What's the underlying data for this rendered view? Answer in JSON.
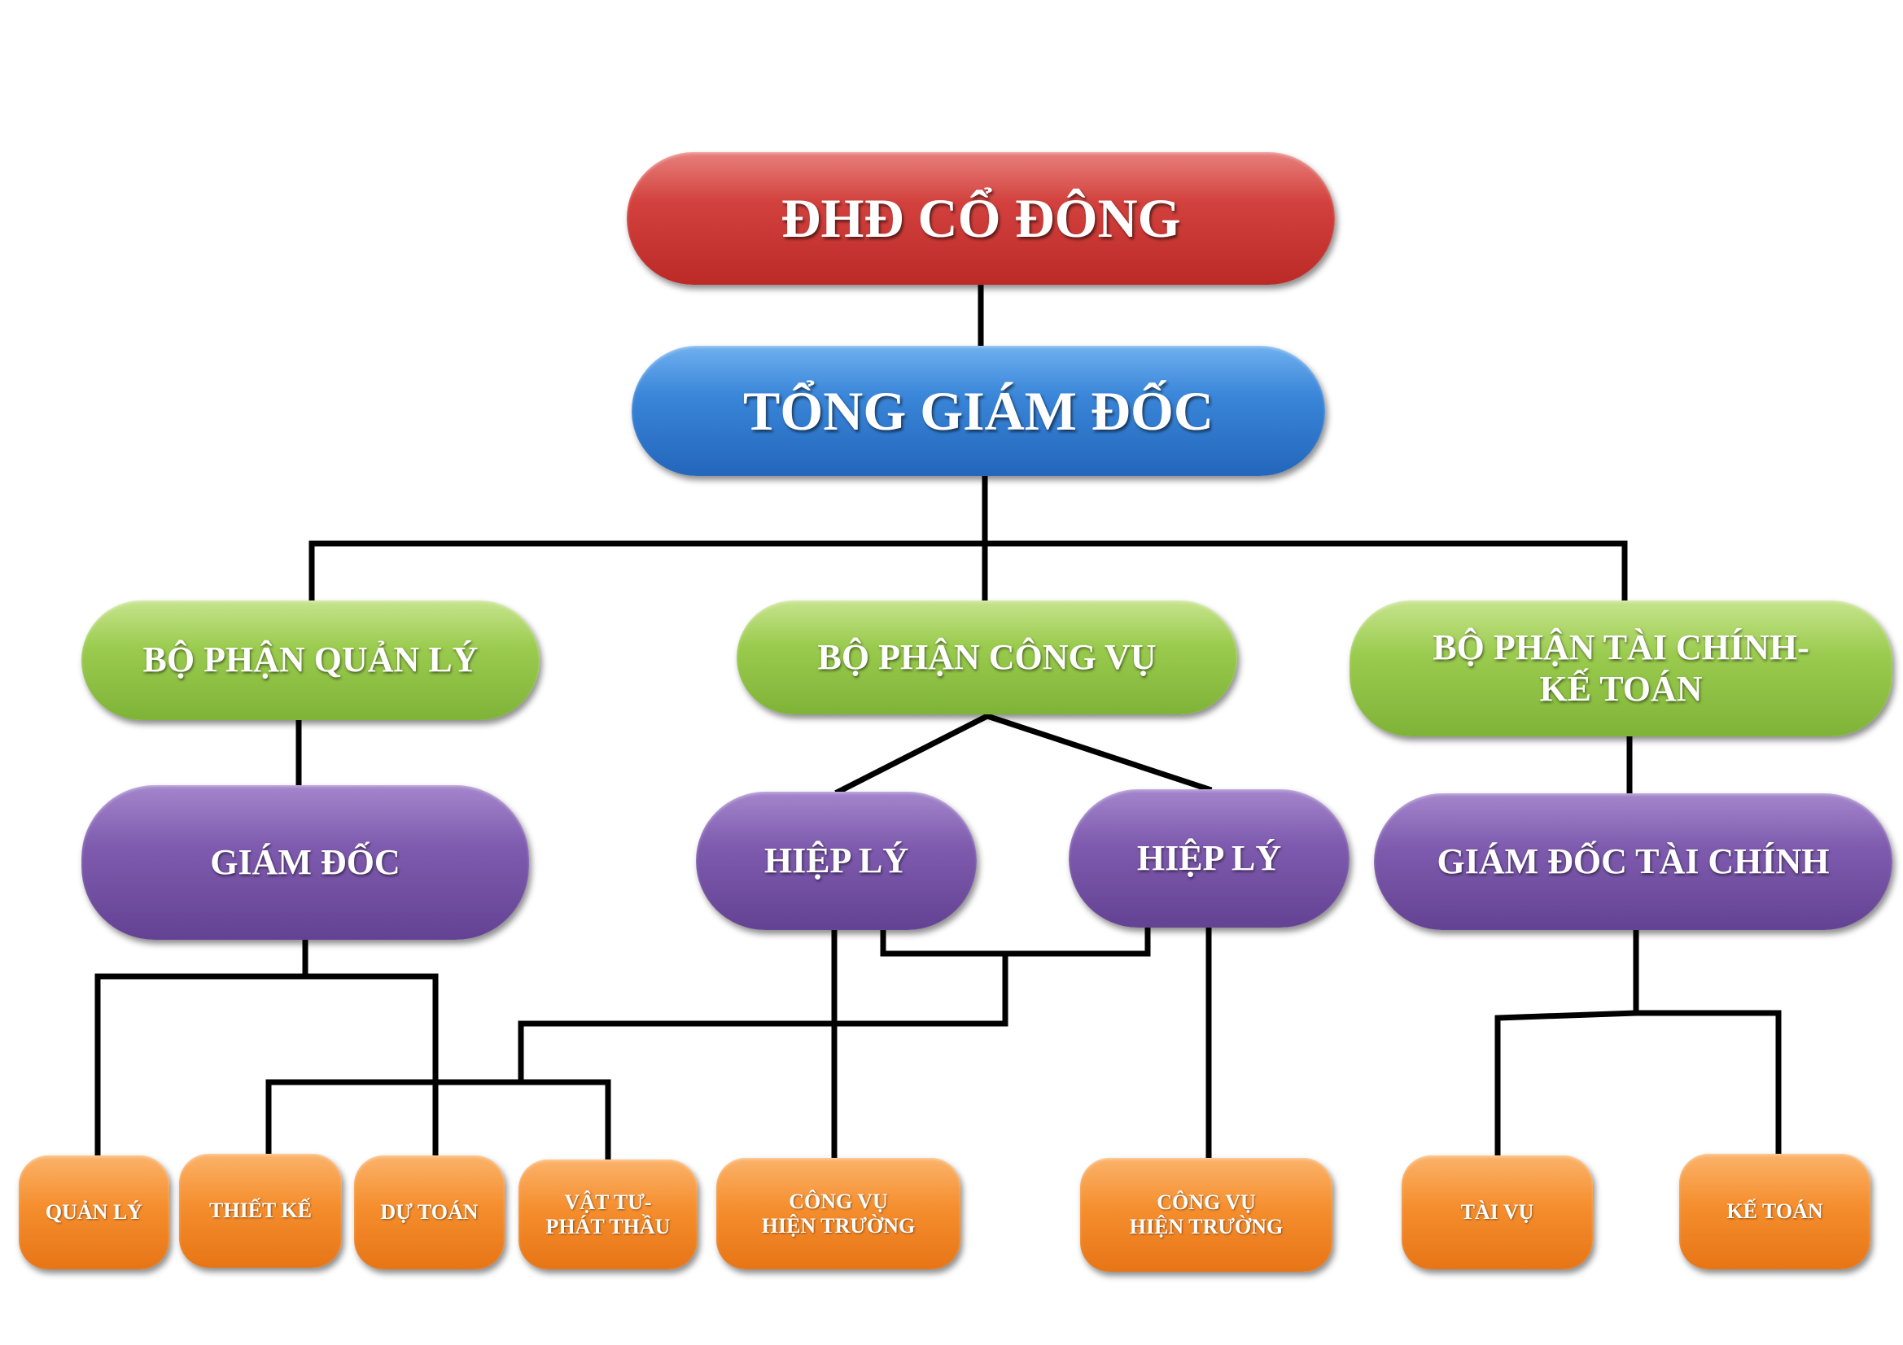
{
  "diagram": {
    "shareholders": "ĐHĐ CỔ ĐÔNG",
    "ceo": "TỔNG GIÁM ĐỐC",
    "departments": {
      "management": "BỘ PHẬN QUẢN LÝ",
      "public_works": "BỘ PHẬN CÔNG VỤ",
      "finance_line1": "BỘ PHẬN TÀI CHÍNH-",
      "finance_line2": "KẾ TOÁN"
    },
    "managers": {
      "director": "GIÁM ĐỐC",
      "coordinator_left": "HIỆP LÝ",
      "coordinator_right": "HIỆP LÝ",
      "finance_director": "GIÁM ĐỐC TÀI CHÍNH"
    },
    "units": {
      "management_unit": "QUẢN LÝ",
      "design": "THIẾT KẾ",
      "estimate": "DỰ TOÁN",
      "materials_line1": "VẬT TƯ-",
      "materials_line2": "PHÁT THẦU",
      "site_works_left_line1": "CÔNG VỤ",
      "site_works_left_line2": "HIỆN TRƯỜNG",
      "site_works_right_line1": "CÔNG VỤ",
      "site_works_right_line2": "HIỆN TRƯỜNG",
      "treasury": "TÀI VỤ",
      "accounting": "KẾ TOÁN"
    }
  }
}
